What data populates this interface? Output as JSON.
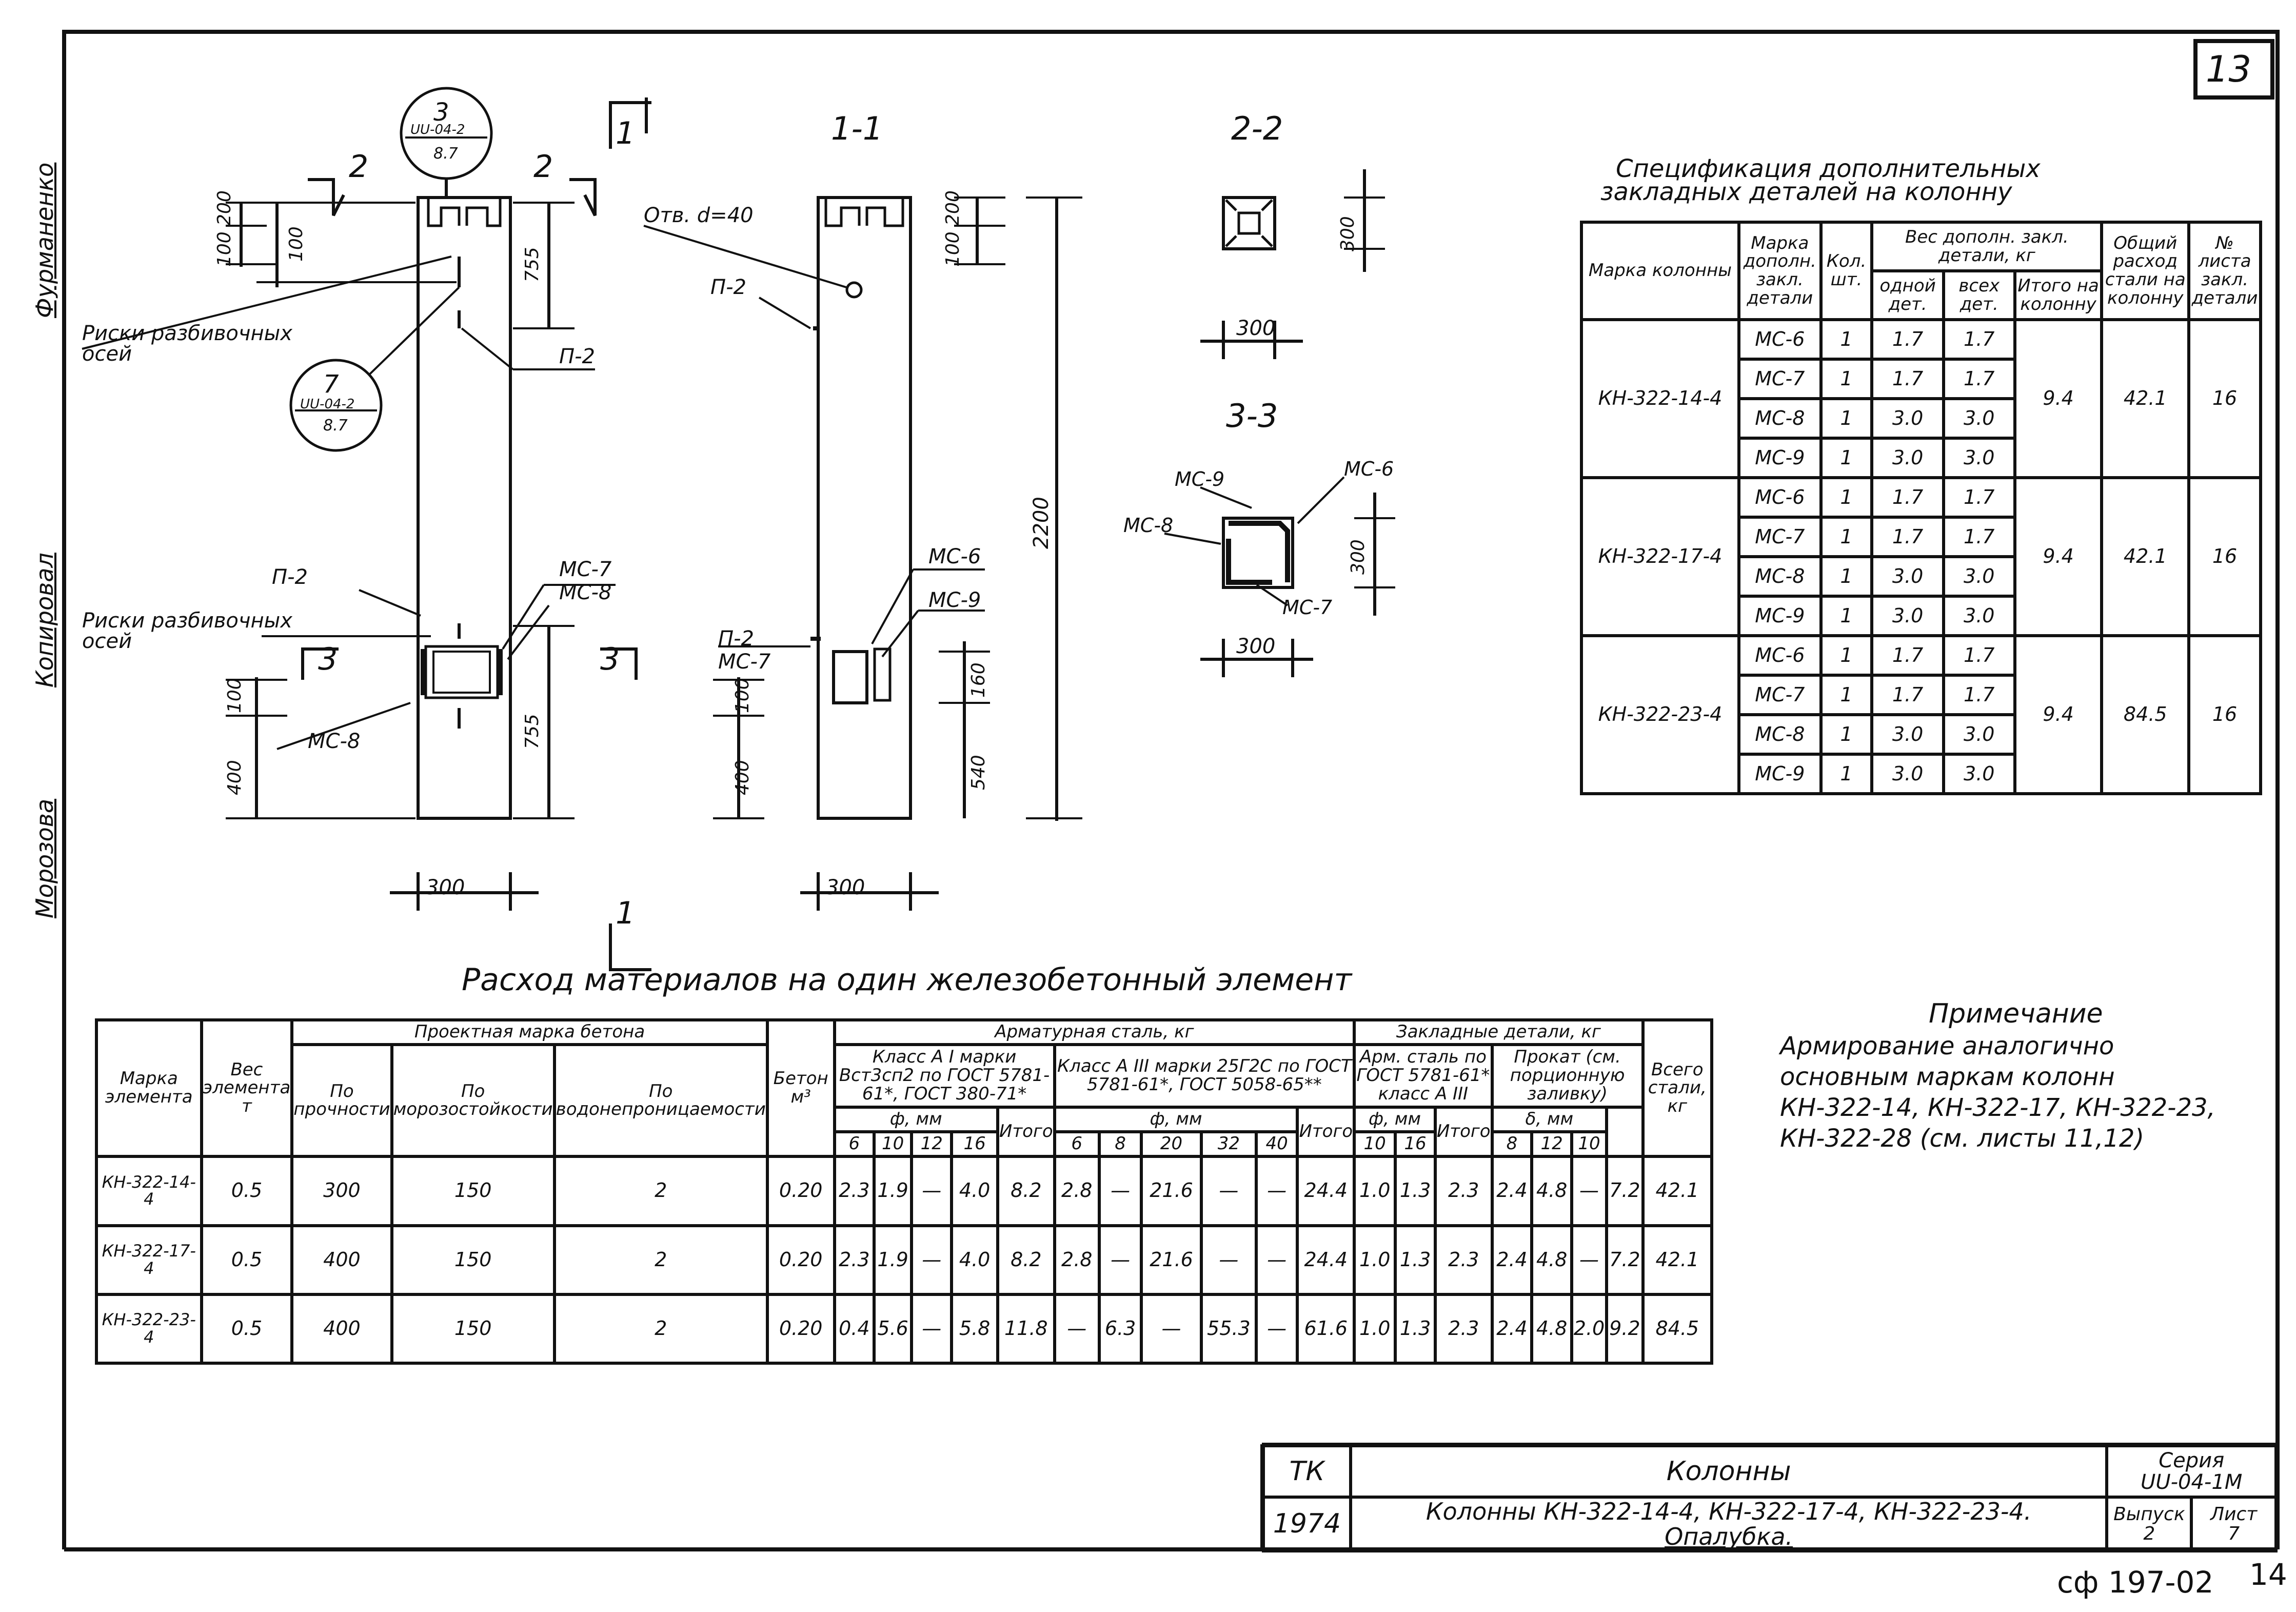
{
  "sheet": {
    "number": "13",
    "stamp": "сф 197-02",
    "page": "14"
  },
  "drawing_labels": {
    "callout_top_num": "3",
    "callout_top_ref": "UU-04-2",
    "callout_top_sheet": "8.7",
    "callout_mid_num": "7",
    "callout_mid_ref": "UU-04-2",
    "callout_mid_sheet": "8.7",
    "cut_2_left": "2",
    "cut_2_right": "2",
    "cut_1_top": "1",
    "cut_1_bottom": "1",
    "cut_3_left": "3",
    "cut_3_right": "3",
    "section_1": "1-1",
    "section_2": "2-2",
    "section_3": "3-3",
    "risk_axes_top": "Риски разбивочных осей",
    "risk_axes_bottom": "Риски разбивочных осей",
    "p2": "П-2",
    "mc6": "МС-6",
    "mc7": "МС-7",
    "mc8": "МС-8",
    "mc9": "МС-9",
    "hole": "Отв. d=40",
    "dim_100_200": "100 200",
    "dim_100": "100",
    "dim_755": "755",
    "dim_400": "400",
    "dim_300": "300",
    "dim_2200": "2200",
    "dim_160": "160",
    "dim_540": "540"
  },
  "side_stamp": {
    "line1": "Фурманенко",
    "line2": "Копировал",
    "line3": "Морозова"
  },
  "spec": {
    "title_line1": "Спецификация дополнительных",
    "title_line2": "закладных деталей на колонну",
    "headers": {
      "mark": "Марка колонны",
      "detail_mark": "Марка дополн. закл. детали",
      "qty": "Кол. шт.",
      "weight_group": "Вес дополн. закл. детали, кг",
      "weight_one": "одной дет.",
      "weight_all": "всех дет.",
      "total_per_column": "Итого на колонну",
      "total_steel": "Общий расход стали на колонну",
      "sheet_no": "№ листа закл. детали"
    },
    "groups": [
      {
        "column": "КН-322-14-4",
        "total": "9.4",
        "steel": "42.1",
        "sheet": "16",
        "rows": [
          [
            "МС-6",
            "1",
            "1.7",
            "1.7"
          ],
          [
            "МС-7",
            "1",
            "1.7",
            "1.7"
          ],
          [
            "МС-8",
            "1",
            "3.0",
            "3.0"
          ],
          [
            "МС-9",
            "1",
            "3.0",
            "3.0"
          ]
        ]
      },
      {
        "column": "КН-322-17-4",
        "total": "9.4",
        "steel": "42.1",
        "sheet": "16",
        "rows": [
          [
            "МС-6",
            "1",
            "1.7",
            "1.7"
          ],
          [
            "МС-7",
            "1",
            "1.7",
            "1.7"
          ],
          [
            "МС-8",
            "1",
            "3.0",
            "3.0"
          ],
          [
            "МС-9",
            "1",
            "3.0",
            "3.0"
          ]
        ]
      },
      {
        "column": "КН-322-23-4",
        "total": "9.4",
        "steel": "84.5",
        "sheet": "16",
        "rows": [
          [
            "МС-6",
            "1",
            "1.7",
            "1.7"
          ],
          [
            "МС-7",
            "1",
            "1.7",
            "1.7"
          ],
          [
            "МС-8",
            "1",
            "3.0",
            "3.0"
          ],
          [
            "МС-9",
            "1",
            "3.0",
            "3.0"
          ]
        ]
      }
    ]
  },
  "materials": {
    "title": "Расход материалов на один железобетонный элемент",
    "headers": {
      "mark": "Марка элемента",
      "weight": "Вес элемента т",
      "design_grade": "Проектная марка бетона",
      "strength": "По прочности",
      "frost": "По морозостойкости",
      "water": "По водонепроницаемости",
      "concrete": "Бетон м³",
      "rebar": "Арматурная сталь, кг",
      "class_a1": "Класс A I марки Вст3сп2 по ГОСТ 5781-61*, ГОСТ 380-71*",
      "class_a3": "Класс A III марки 25Г2С по ГОСТ 5781-61*, ГОСТ 5058-65**",
      "embedded": "Закладные детали, кг",
      "arm_steel": "Арм. сталь по ГОСТ 5781-61* класс A III",
      "rolled": "Прокат (см. порционную заливку)",
      "diam_mm": "ф, мм",
      "delta_mm": "δ, мм",
      "total": "Итого",
      "grand_total": "Всего стали, кг",
      "a1_d": [
        "6",
        "10",
        "12",
        "16"
      ],
      "a3_d": [
        "6",
        "8",
        "20",
        "32",
        "40"
      ],
      "emb_d": [
        "10",
        "16"
      ],
      "roll_d": [
        "8",
        "12",
        "10"
      ]
    },
    "rows": [
      [
        "КН-322-14-4",
        "0.5",
        "300",
        "150",
        "2",
        "0.20",
        "2.3",
        "1.9",
        "—",
        "4.0",
        "8.2",
        "2.8",
        "—",
        "21.6",
        "—",
        "—",
        "24.4",
        "1.0",
        "1.3",
        "2.3",
        "2.4",
        "4.8",
        "—",
        "7.2",
        "42.1"
      ],
      [
        "КН-322-17-4",
        "0.5",
        "400",
        "150",
        "2",
        "0.20",
        "2.3",
        "1.9",
        "—",
        "4.0",
        "8.2",
        "2.8",
        "—",
        "21.6",
        "—",
        "—",
        "24.4",
        "1.0",
        "1.3",
        "2.3",
        "2.4",
        "4.8",
        "—",
        "7.2",
        "42.1"
      ],
      [
        "КН-322-23-4",
        "0.5",
        "400",
        "150",
        "2",
        "0.20",
        "0.4",
        "5.6",
        "—",
        "5.8",
        "11.8",
        "—",
        "6.3",
        "—",
        "55.3",
        "—",
        "61.6",
        "1.0",
        "1.3",
        "2.3",
        "2.4",
        "4.8",
        "2.0",
        "9.2",
        "84.5"
      ]
    ]
  },
  "note": {
    "title": "Примечание",
    "line1": "Армирование аналогично",
    "line2": "основным маркам колонн",
    "line3": "КН-322-14, КН-322-17, КН-322-23,",
    "line4": "КН-322-28 (см. листы 11,12)"
  },
  "title_block": {
    "org": "ТК",
    "year": "1974",
    "name": "Колонны",
    "desc_line1": "Колонны КН-322-14-4, КН-322-17-4, КН-322-23-4.",
    "desc_line2": "Опалубка.",
    "series_label": "Серия",
    "series": "UU-04-1M",
    "issue_label": "Выпуск",
    "issue": "2",
    "sheet_label": "Лист",
    "sheet": "7"
  }
}
